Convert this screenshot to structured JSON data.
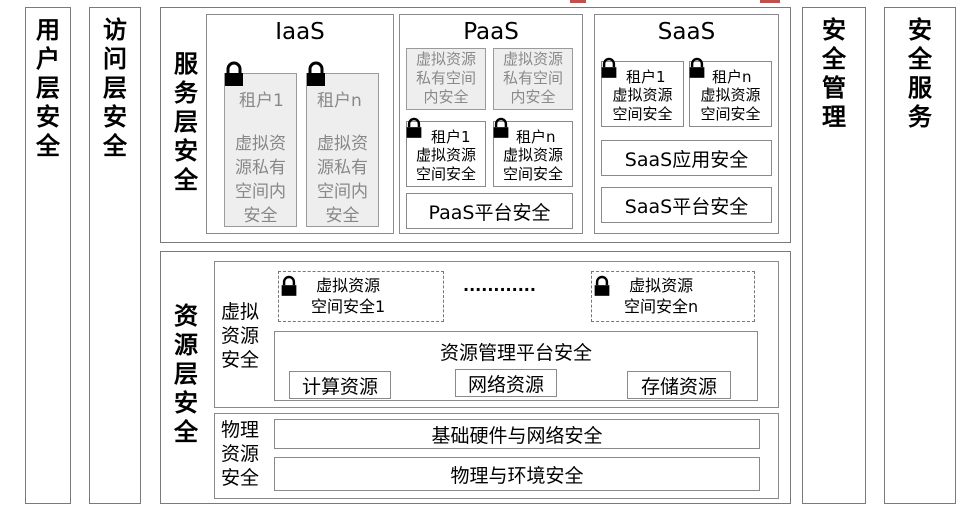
{
  "accent": "#c0504d",
  "icons": {
    "lock": "lock-icon"
  },
  "columns": {
    "user_layer": "用户层安全",
    "access_layer": "访问层安全",
    "security_management": "安全管理",
    "security_service": "安全服务"
  },
  "service_layer": {
    "label": "服务层安全",
    "iaas": {
      "title": "IaaS",
      "tenant1": {
        "name": "租户1",
        "desc": "虚拟资\n源私有\n空间内\n安全"
      },
      "tenantn": {
        "name": "租户n",
        "desc": "虚拟资\n源私有\n空间内\n安全"
      }
    },
    "paas": {
      "title": "PaaS",
      "private1": "虚拟资源\n私有空间\n内安全",
      "private2": "虚拟资源\n私有空间\n内安全",
      "tenant1": {
        "name": "租户1",
        "desc": "虚拟资源\n空间安全"
      },
      "tenantn": {
        "name": "租户n",
        "desc": "虚拟资源\n空间安全"
      },
      "platform": "PaaS平台安全"
    },
    "saas": {
      "title": "SaaS",
      "tenant1": {
        "name": "租户1",
        "desc": "虚拟资源\n空间安全"
      },
      "tenantn": {
        "name": "租户n",
        "desc": "虚拟资源\n空间安全"
      },
      "app": "SaaS应用安全",
      "platform": "SaaS平台安全"
    }
  },
  "resource_layer": {
    "label": "资源层安全",
    "virtual": {
      "label": "虚拟\n资源\n安全",
      "space1": "虚拟资源\n空间安全1",
      "ellipsis": "............",
      "spacen": "虚拟资源\n空间安全n",
      "mgmt_platform": "资源管理平台安全",
      "compute": "计算资源",
      "network": "网络资源",
      "storage": "存储资源"
    },
    "physical": {
      "label": "物理\n资源\n安全",
      "hardware": "基础硬件与网络安全",
      "environment": "物理与环境安全"
    }
  }
}
